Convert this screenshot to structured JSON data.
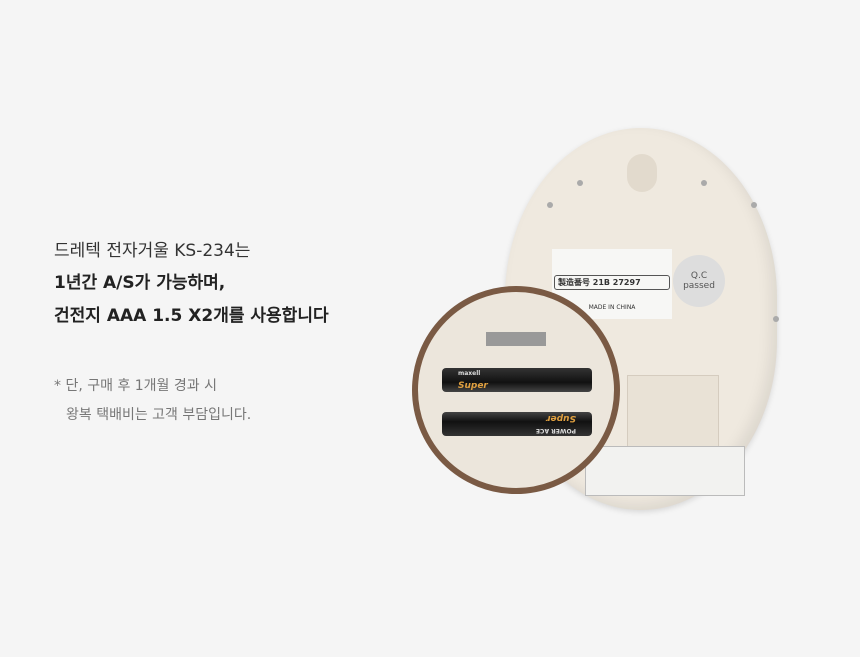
{
  "headline": {
    "line1": "드레텍 전자거울 KS-234는",
    "line2": "1년간 A/S가 가능하며,",
    "line3": "건전지 AAA 1.5 X2개를 사용합니다"
  },
  "note": {
    "line1": "* 단, 구매 후 1개월 경과 시",
    "line2": "왕복 택배비는 고객 부담입니다."
  },
  "product": {
    "serial": "製造番号 21B 27297",
    "made_in": "MADE IN CHINA",
    "qc_line1": "Q.C",
    "qc_line2": "passed",
    "battery_brand": "maxell",
    "battery_name": "Super",
    "battery_sub": "POWER ACE"
  },
  "colors": {
    "inset_border": "#7a5a44",
    "background": "#f5f5f5"
  }
}
